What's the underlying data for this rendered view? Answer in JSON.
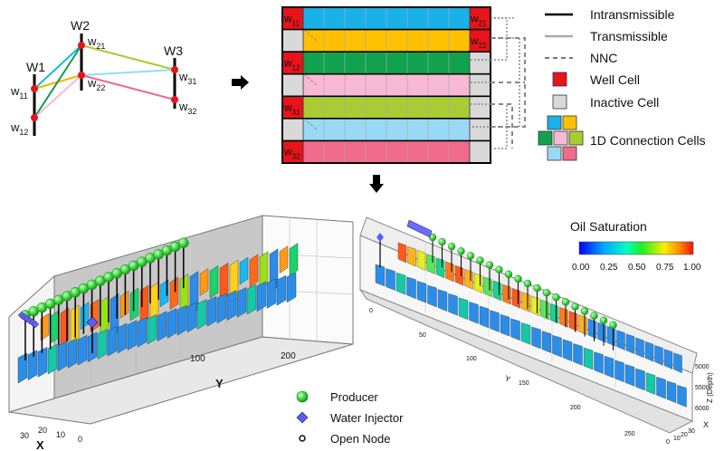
{
  "schematic": {
    "wells": [
      "W1",
      "W2",
      "W3"
    ],
    "nodes": [
      {
        "name": "w",
        "sub": "11"
      },
      {
        "name": "w",
        "sub": "12"
      },
      {
        "name": "w",
        "sub": "21"
      },
      {
        "name": "w",
        "sub": "22"
      },
      {
        "name": "w",
        "sub": "31"
      },
      {
        "name": "w",
        "sub": "32"
      }
    ]
  },
  "grid": {
    "rows": [
      {
        "left": "w11",
        "right": "w21",
        "color": "#1ab0e8"
      },
      {
        "left": "",
        "right": "w22",
        "color": "#ffc000"
      },
      {
        "left": "w12",
        "right": "",
        "color": "#11a14f"
      },
      {
        "left": "",
        "right": "",
        "color": "#f8b9d4"
      },
      {
        "left": "w31",
        "right": "",
        "color": "#a9cc34"
      },
      {
        "left": "",
        "right": "",
        "color": "#98daf6"
      },
      {
        "left": "w32",
        "right": "",
        "color": "#f06a8c"
      }
    ]
  },
  "legend": {
    "items": [
      "Intransmissible",
      "Transmissible",
      "NNC",
      "Well Cell",
      "Inactive Cell",
      "1D Connection Cells"
    ]
  },
  "left3d": {
    "axis": {
      "y_ticks": [
        "100",
        "200"
      ],
      "y_label": "Y",
      "x_ticks": [
        "30",
        "20",
        "10",
        "0"
      ],
      "x_label": "X"
    },
    "legend": [
      "Producer",
      "Water Injector",
      "Open Node"
    ]
  },
  "right3d": {
    "title": "Oil Saturation",
    "colorbar_ticks": [
      "0.00",
      "0.25",
      "0.50",
      "0.75",
      "1.00"
    ],
    "y_ticks": [
      "0",
      "50",
      "100",
      "150",
      "200",
      "250"
    ],
    "y_label": "Y",
    "z_ticks": [
      "5000",
      "5500",
      "6000"
    ],
    "z_label": "Z (Depth)",
    "x_ticks": [
      "0",
      "10",
      "20",
      "30"
    ],
    "x_label": "X"
  },
  "colors": {
    "well_red": "#e8141b",
    "inactive": "#d9d9d9",
    "producer": "#33cc33",
    "injector": "#5b5bff"
  }
}
